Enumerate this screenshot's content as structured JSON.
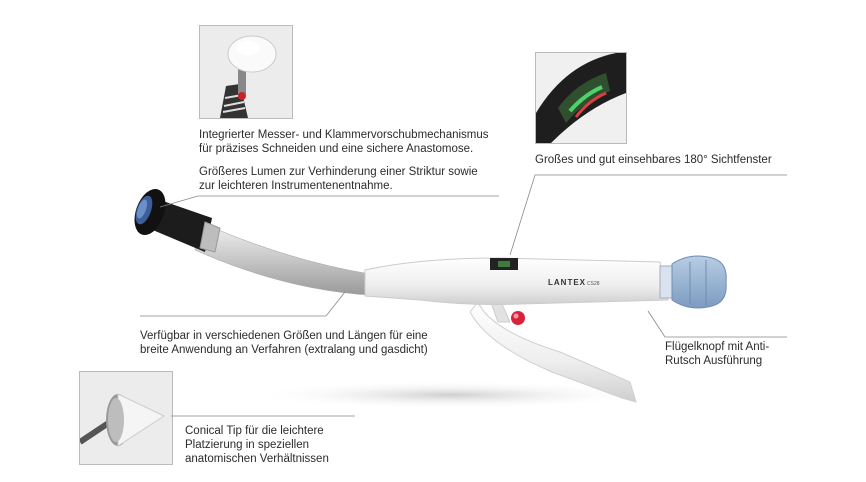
{
  "callouts": {
    "knife_mechanism": [
      "Integrierter Messer- und Klammervorschubmechanismus",
      "für präzises Schneiden und eine sichere Anastomose."
    ],
    "lumen": [
      "Größeres Lumen zur Verhinderung einer Striktur sowie",
      "zur leichteren Instrumentenentnahme."
    ],
    "window": [
      "Großes und gut einsehbares 180° Sichtfenster"
    ],
    "sizes": [
      "Verfügbar in verschiedenen Größen und Längen für eine",
      "breite Anwendung an Verfahren (extralang und gasdicht)"
    ],
    "knob": [
      "Flügelknopf mit Anti-",
      "Rutsch Ausführung"
    ],
    "tip": [
      "Conical Tip für die leichtere",
      "Platzierung in speziellen",
      "anatomischen Verhältnissen"
    ]
  },
  "product": {
    "brand": "LANTEX",
    "model": "CS28"
  }
}
